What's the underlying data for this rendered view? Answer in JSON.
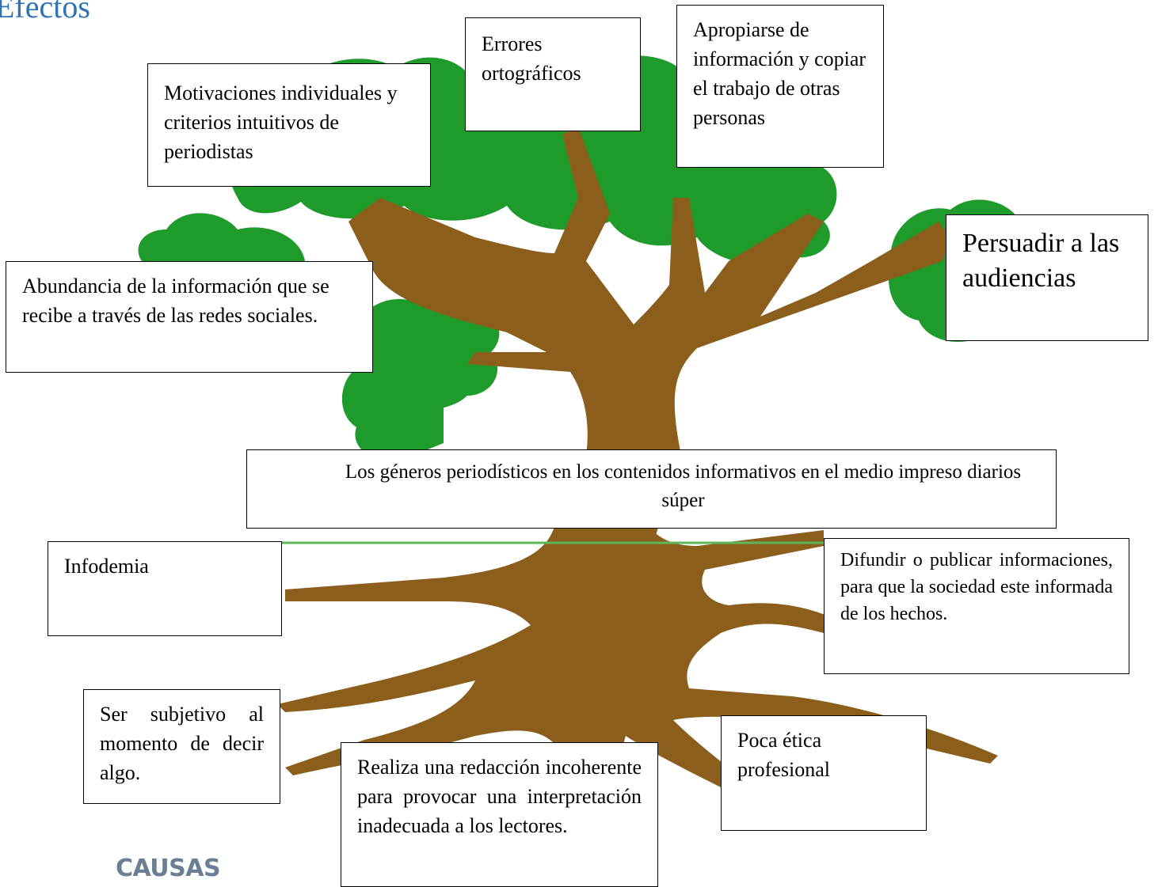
{
  "title": "Efectos",
  "bottom_label": "CAUSAS",
  "colors": {
    "trunk": "#8b5e1c",
    "canopy": "#1e9b2a",
    "ground_line": "#5db85a",
    "title": "#2e74b5",
    "causas_label": "#6a7f93"
  },
  "effects": {
    "motivaciones": "Motivaciones individuales y criterios intuitivos de periodistas",
    "errores": "Errores ortográficos",
    "apropiarse": "Apropiarse de información y copiar el trabajo de otras personas",
    "persuadir": "Persuadir a las audiencias",
    "abundancia": "Abundancia de la información que se recibe a través de las redes sociales."
  },
  "central_problem": "Los géneros periodísticos en los contenidos informativos en el medio impreso diarios súper",
  "causes": {
    "infodemia": "Infodemia",
    "difundir": "Difundir o publicar informaciones, para que la sociedad este informada de los hechos.",
    "subjetivo": "Ser subjetivo al momento de decir algo.",
    "redaccion": "Realiza una redacción incoherente para provocar una interpretación inadecuada a los lectores.",
    "etica": "Poca ética profesional"
  }
}
